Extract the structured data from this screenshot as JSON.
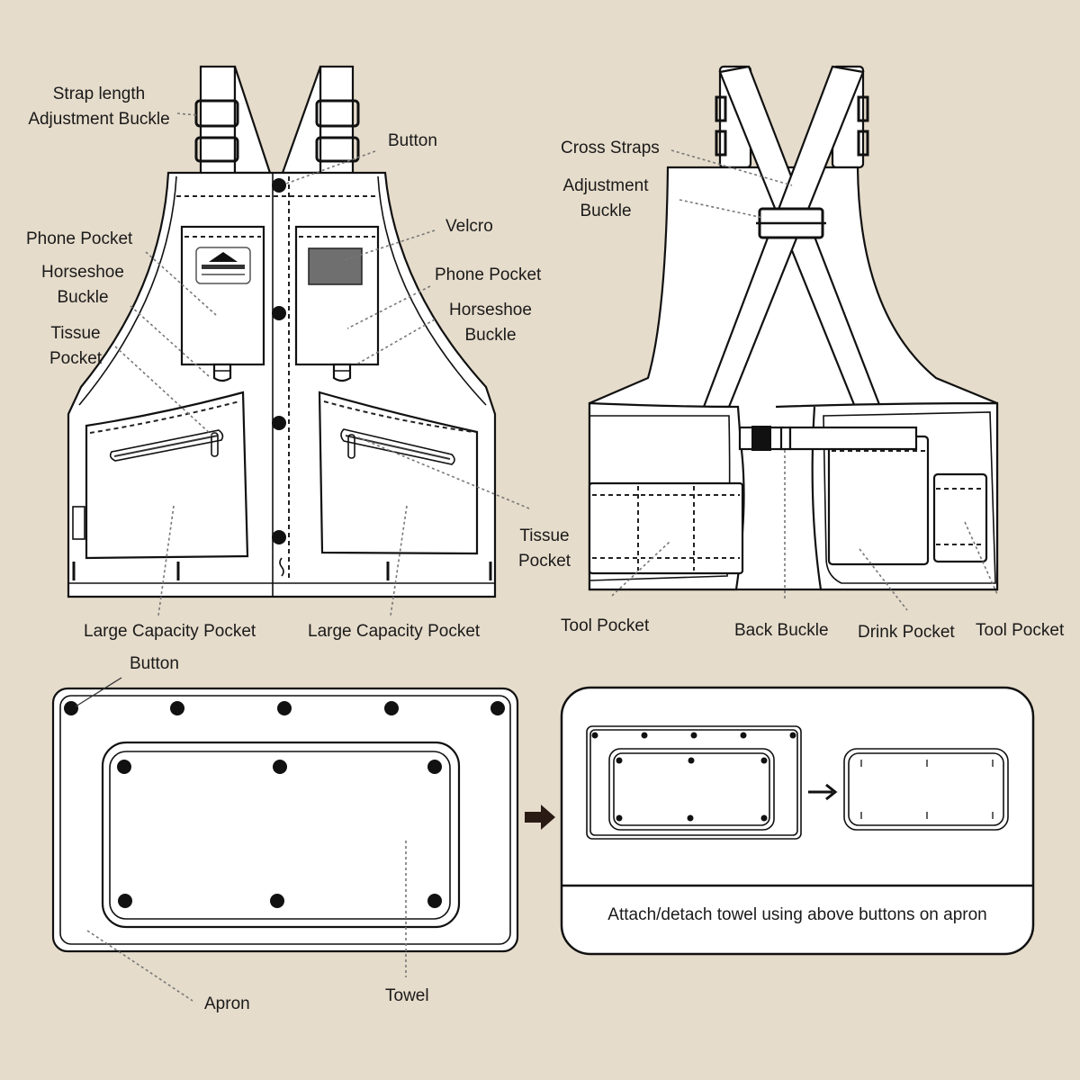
{
  "colors": {
    "background": "#e6dccb",
    "line": "#111111",
    "fill": "#ffffff",
    "velcro": "#6f6f6f"
  },
  "front_view": {
    "labels": {
      "strap_buckle": [
        "Strap length",
        "Adjustment Buckle"
      ],
      "button": "Button",
      "velcro": "Velcro",
      "phone_pocket_left": "Phone Pocket",
      "horseshoe_left": [
        "Horseshoe",
        "Buckle"
      ],
      "tissue_left": [
        "Tissue",
        "Pocket"
      ],
      "phone_pocket_right": "Phone Pocket",
      "horseshoe_right": [
        "Horseshoe",
        "Buckle"
      ],
      "tissue_right": [
        "Tissue",
        "Pocket"
      ],
      "large_pocket_left": "Large Capacity Pocket",
      "large_pocket_right": "Large Capacity Pocket"
    }
  },
  "back_view": {
    "labels": {
      "cross_straps": "Cross Straps",
      "adjustment_buckle": [
        "Adjustment",
        "Buckle"
      ],
      "tool_pocket_left": "Tool Pocket",
      "back_buckle": "Back Buckle",
      "drink_pocket": "Drink Pocket",
      "tool_pocket_right": "Tool Pocket"
    }
  },
  "apron_view": {
    "labels": {
      "button": "Button",
      "apron": "Apron",
      "towel": "Towel"
    }
  },
  "towel_panel": {
    "caption": "Attach/detach towel using above buttons on apron"
  }
}
